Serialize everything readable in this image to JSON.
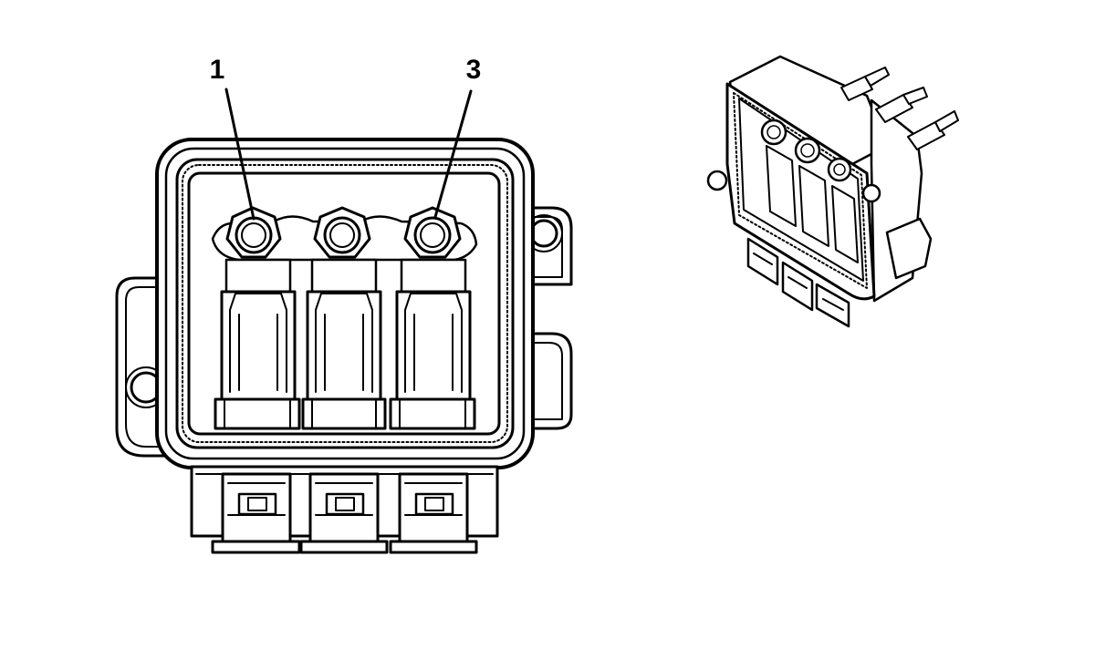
{
  "diagram": {
    "callouts": [
      {
        "label": "1"
      },
      {
        "label": "3"
      }
    ],
    "colors": {
      "line": "#000000",
      "background": "#ffffff"
    },
    "views": [
      {
        "name": "front-view"
      },
      {
        "name": "isometric-view"
      }
    ]
  }
}
